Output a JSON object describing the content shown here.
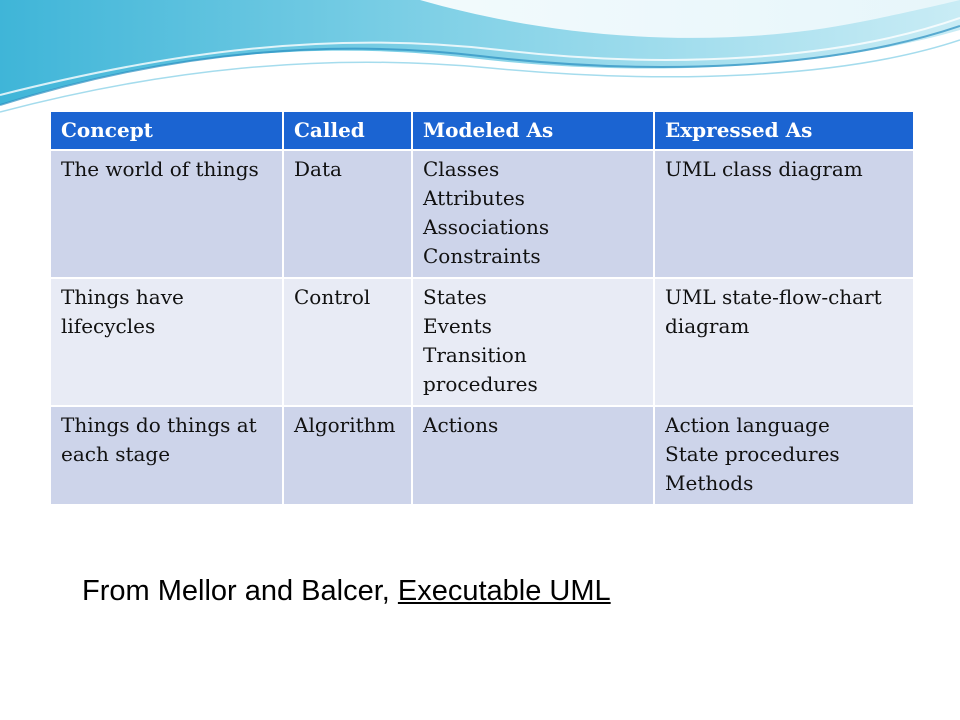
{
  "table": {
    "headers": [
      "Concept",
      "Called",
      "Modeled As",
      "Expressed As"
    ],
    "rows": [
      {
        "concept": "The world of things",
        "called": "Data",
        "modeled_as": [
          "Classes",
          "Attributes",
          "Associations",
          "Constraints"
        ],
        "expressed_as": [
          "UML class diagram"
        ]
      },
      {
        "concept": "Things have lifecycles",
        "called": "Control",
        "modeled_as": [
          "States",
          "Events",
          "Transition procedures"
        ],
        "expressed_as": [
          "UML state-flow-chart diagram"
        ]
      },
      {
        "concept": "Things do things at each stage",
        "called": "Algorithm",
        "modeled_as": [
          "Actions"
        ],
        "expressed_as": [
          "Action language",
          "State procedures",
          "Methods"
        ]
      }
    ]
  },
  "credit": {
    "prefix": "From Mellor and Balcer,",
    "book": "Executable UML"
  },
  "colors": {
    "header_bg": "#1b64d2",
    "row_odd": "#cdd4ea",
    "row_even": "#e8ebf5",
    "wave_light": "#bfe7f2",
    "wave_mid": "#5fc4df",
    "wave_dark": "#2a8fc0"
  }
}
